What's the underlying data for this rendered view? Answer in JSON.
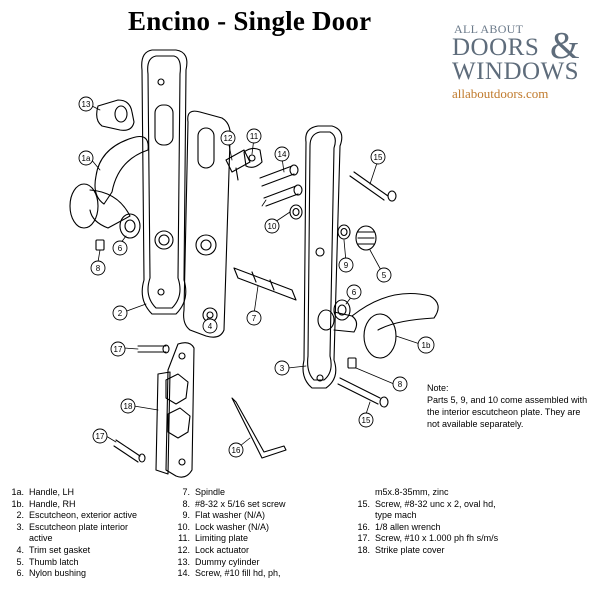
{
  "title": "Encino - Single Door",
  "logo": {
    "line1": "ALL ABOUT",
    "line2": "DOORS",
    "amp": "&",
    "line3": "WINDOWS",
    "line4": "allaboutdoors.com"
  },
  "note": {
    "heading": "Note:",
    "body": "Parts 5, 9, and 10 come assembled with the interior escutcheon plate. They are not available separately."
  },
  "callouts": [
    "13",
    "1a",
    "12",
    "11",
    "14",
    "15",
    "8",
    "6",
    "10",
    "9",
    "5",
    "7",
    "2",
    "4",
    "3",
    "6",
    "1b",
    "17",
    "8",
    "15",
    "18",
    "17",
    "16"
  ],
  "legend": {
    "col1": [
      {
        "num": "1a.",
        "text": "Handle, LH"
      },
      {
        "num": "1b.",
        "text": "Handle, RH"
      },
      {
        "num": "2.",
        "text": "Escutcheon, exterior active"
      },
      {
        "num": "3.",
        "text": "Escutcheon plate interior"
      },
      {
        "num": "",
        "text": "active"
      },
      {
        "num": "4.",
        "text": "Trim set gasket"
      },
      {
        "num": "5.",
        "text": "Thumb latch"
      },
      {
        "num": "6.",
        "text": "Nylon bushing"
      }
    ],
    "col2": [
      {
        "num": "7.",
        "text": "Spindle"
      },
      {
        "num": "8.",
        "text": "#8-32 x 5/16 set screw"
      },
      {
        "num": "9.",
        "text": "Flat washer (N/A)"
      },
      {
        "num": "10.",
        "text": "Lock washer (N/A)"
      },
      {
        "num": "11.",
        "text": "Limiting plate"
      },
      {
        "num": "12.",
        "text": "Lock actuator"
      },
      {
        "num": "13.",
        "text": "Dummy cylinder"
      },
      {
        "num": "14.",
        "text": "Screw, #10 fill hd, ph,"
      }
    ],
    "col3": [
      {
        "num": "",
        "text": "m5x.8-35mm, zinc"
      },
      {
        "num": "15.",
        "text": "Screw, #8-32 unc x 2, oval hd,"
      },
      {
        "num": "",
        "text": "type mach"
      },
      {
        "num": "16.",
        "text": "1/8 allen wrench"
      },
      {
        "num": "17.",
        "text": "Screw, #10 x 1.000 ph fh s/m/s"
      },
      {
        "num": "18.",
        "text": "Strike plate cover"
      }
    ]
  }
}
